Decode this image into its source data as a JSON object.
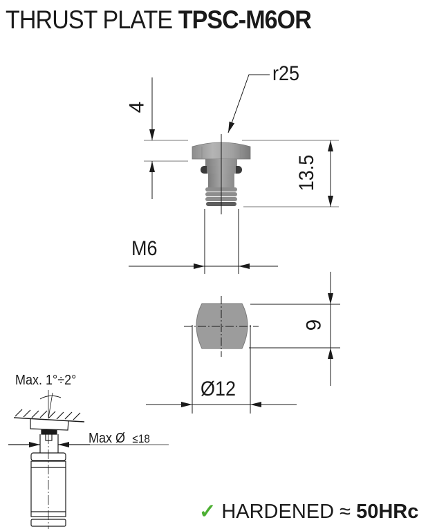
{
  "title": {
    "prefix": "THRUST PLATE",
    "model": "TPSC-M6OR"
  },
  "dimensions": {
    "radius": "r25",
    "head_height": "4",
    "total_height": "13.5",
    "thread": "M6",
    "flat_height": "9",
    "diameter": "Ø12"
  },
  "detail": {
    "angle_label": "Max. 1°÷2°",
    "max_diameter_label": "Max Ø",
    "max_diameter_value": "≤18"
  },
  "footer": {
    "check_icon": "✓",
    "text": "HARDENED ≈",
    "value": "50HRc",
    "check_color": "#4caf32"
  },
  "colors": {
    "line": "#1a1a1a",
    "part_gray": "#9a9a9a",
    "part_dark": "#555555"
  }
}
